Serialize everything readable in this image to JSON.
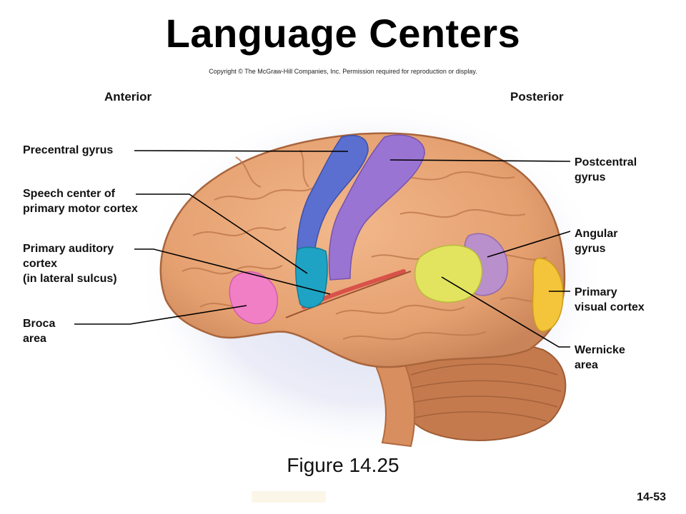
{
  "title": "Language Centers",
  "copyright": "Copyright © The McGraw-Hill Companies, Inc. Permission required for reproduction or display.",
  "orientation": {
    "anterior": "Anterior",
    "posterior": "Posterior"
  },
  "labels": {
    "precentral_gyrus": "Precentral gyrus",
    "speech_center": "Speech center of\nprimary motor cortex",
    "primary_auditory": "Primary auditory\ncortex\n(in lateral sulcus)",
    "broca": "Broca\narea",
    "postcentral_gyrus": "Postcentral\ngyrus",
    "angular_gyrus": "Angular\ngyrus",
    "primary_visual": "Primary\nvisual cortex",
    "wernicke": "Wernicke\narea"
  },
  "figure_caption": "Figure 14.25",
  "page_number": "14-53",
  "colors": {
    "brain": "#e9a87a",
    "brain_shadow": "#c98559",
    "cerebellum": "#c47a4c",
    "precentral": "#5a6fcf",
    "postcentral": "#9a74d3",
    "speech_center": "#1fa3c4",
    "broca": "#f07fc6",
    "auditory": "#d9524a",
    "wernicke": "#e2e460",
    "angular": "#b98fcc",
    "visual": "#f4c53a",
    "halo": "#d7dbf0"
  }
}
